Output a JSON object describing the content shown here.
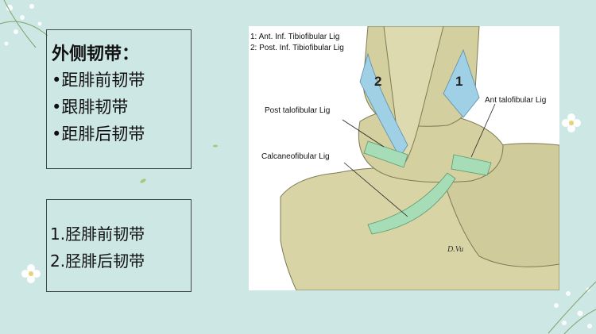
{
  "box1": {
    "heading": "外侧韧带：",
    "items": [
      "•距腓前韧带",
      "•跟腓韧带",
      "•距腓后韧带"
    ]
  },
  "box2": {
    "items": [
      "1.胫腓前韧带",
      "2.胫腓后韧带"
    ]
  },
  "figure": {
    "legend_1": "1: Ant. Inf. Tibiofibular Lig",
    "legend_2": "2: Post. Inf. Tibiofibular Lig",
    "label_post_talofibular": "Post talofibular Lig",
    "label_ant_talofibular": "Ant talofibular Lig",
    "label_calcaneofibular": "Calcaneofibular Lig",
    "marker_1": "1",
    "marker_2": "2",
    "signature": "D.Vu"
  },
  "colors": {
    "background": "#cde7e4",
    "bone": "#d8d4a6",
    "ligament_blue": "#9fd0e6",
    "ligament_green": "#a6dcb6"
  }
}
